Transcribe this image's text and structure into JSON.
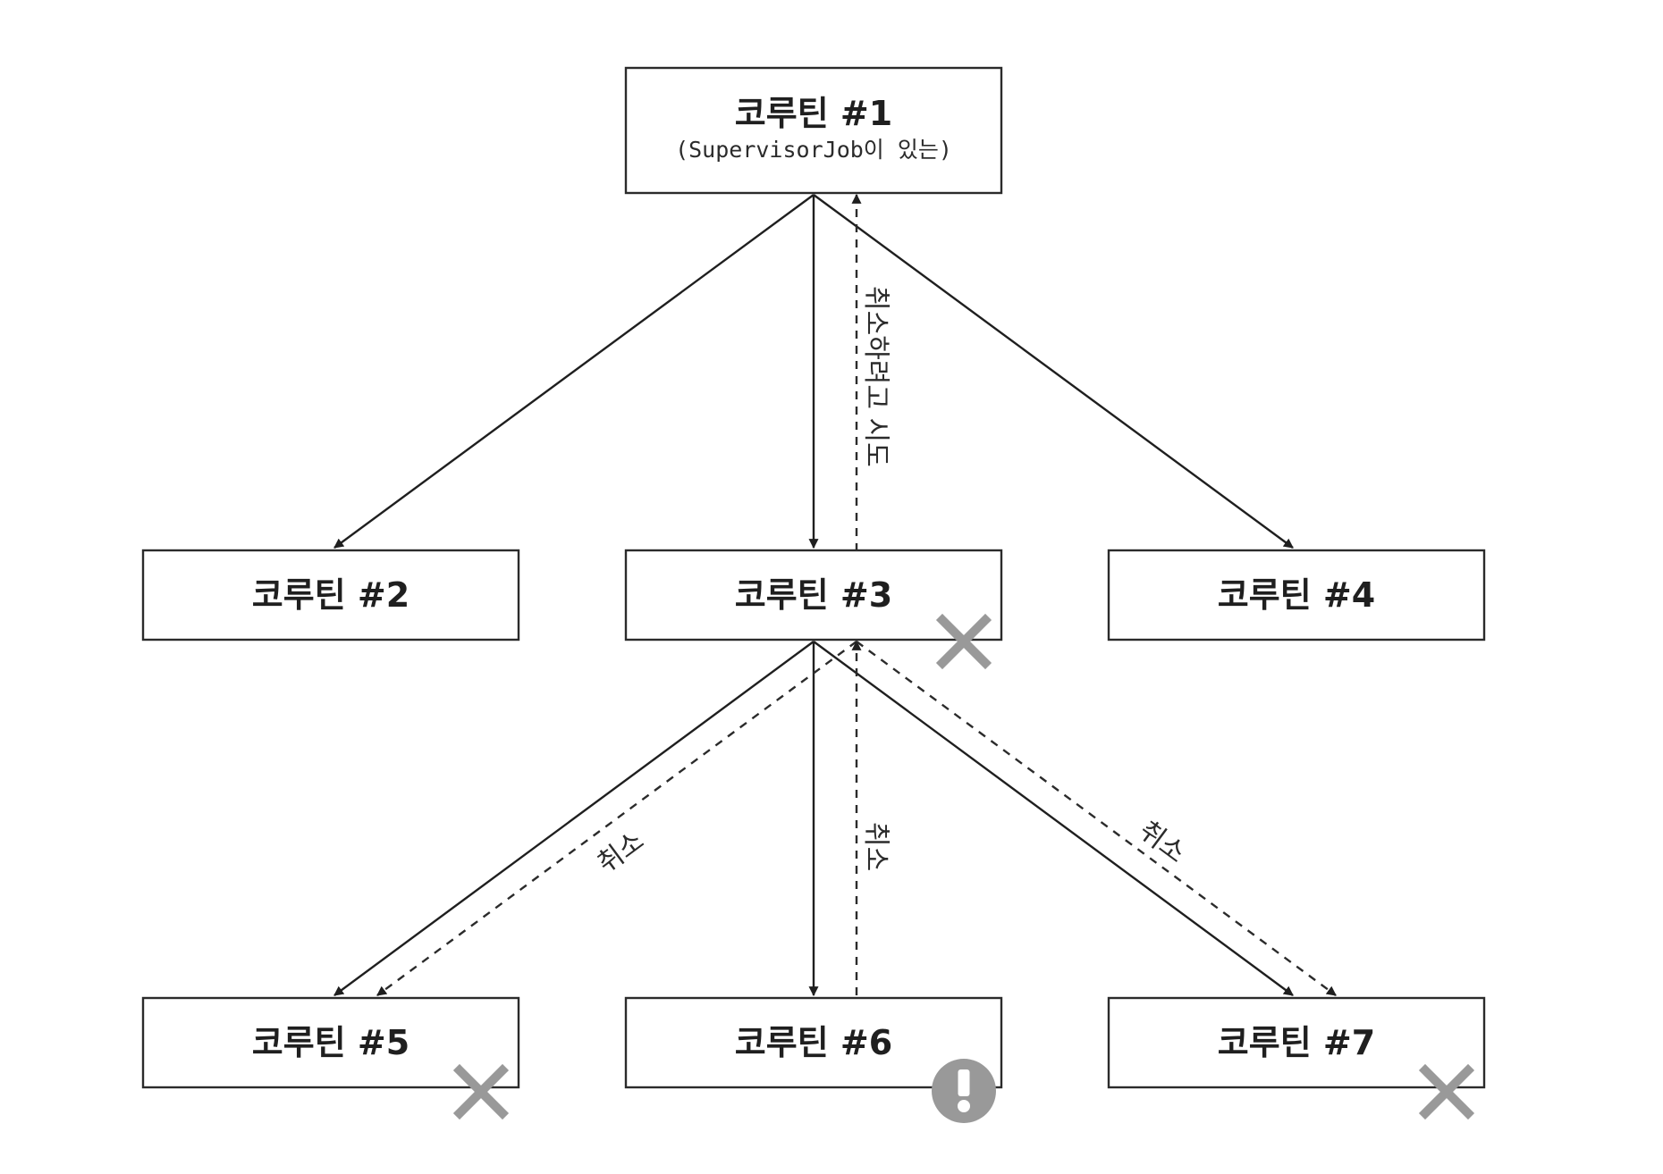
{
  "colors": {
    "line": "#1f1f1f",
    "box_border": "#2b2b2b",
    "marker_gray": "#999999",
    "background": "#ffffff"
  },
  "nodes": [
    {
      "id": "c1",
      "label": "코루틴 #1",
      "sublabel": "(SupervisorJob이 있는)",
      "marker": null
    },
    {
      "id": "c2",
      "label": "코루틴 #2",
      "marker": null
    },
    {
      "id": "c3",
      "label": "코루틴 #3",
      "marker": "cancelled-x-icon"
    },
    {
      "id": "c4",
      "label": "코루틴 #4",
      "marker": null
    },
    {
      "id": "c5",
      "label": "코루틴 #5",
      "marker": "cancelled-x-icon"
    },
    {
      "id": "c6",
      "label": "코루틴 #6",
      "marker": "exception-exclamation-icon"
    },
    {
      "id": "c7",
      "label": "코루틴 #7",
      "marker": "cancelled-x-icon"
    }
  ],
  "edges": [
    {
      "from": "c1",
      "to": "c2",
      "style": "solid"
    },
    {
      "from": "c1",
      "to": "c3",
      "style": "solid"
    },
    {
      "from": "c1",
      "to": "c4",
      "style": "solid"
    },
    {
      "from": "c3",
      "to": "c1",
      "style": "dashed",
      "label": "취소하려고 시도"
    },
    {
      "from": "c3",
      "to": "c5",
      "style": "solid"
    },
    {
      "from": "c3",
      "to": "c6",
      "style": "solid"
    },
    {
      "from": "c3",
      "to": "c7",
      "style": "solid"
    },
    {
      "from": "c3",
      "to": "c5",
      "style": "dashed",
      "label": "취소"
    },
    {
      "from": "c6",
      "to": "c3",
      "style": "dashed",
      "label": "취소"
    },
    {
      "from": "c3",
      "to": "c7",
      "style": "dashed",
      "label": "취소"
    }
  ]
}
